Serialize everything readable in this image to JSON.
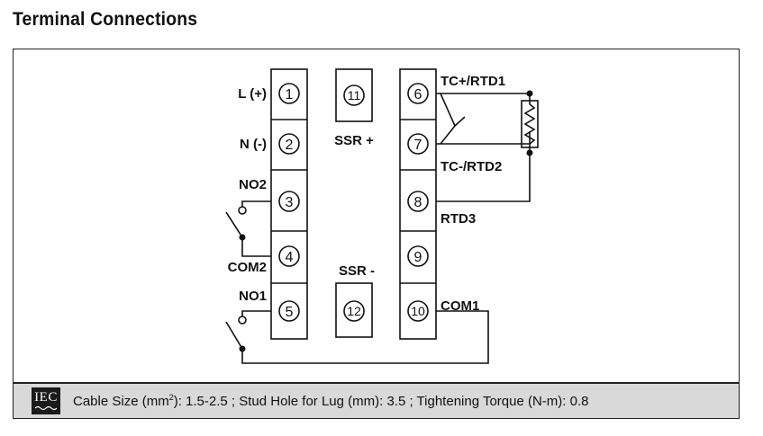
{
  "title": "Terminal Connections",
  "terminals": {
    "t1": "1",
    "t2": "2",
    "t3": "3",
    "t4": "4",
    "t5": "5",
    "t6": "6",
    "t7": "7",
    "t8": "8",
    "t9": "9",
    "t10": "10",
    "t11": "11",
    "t12": "12"
  },
  "labels": {
    "l_plus": "L (+)",
    "n_minus": "N (-)",
    "no2": "NO2",
    "com2": "COM2",
    "no1": "NO1",
    "ssr_plus": "SSR +",
    "ssr_minus": "SSR -",
    "tc_plus_rtd1": "TC+/RTD1",
    "tc_minus_rtd2": "TC-/RTD2",
    "rtd3": "RTD3",
    "com1": "COM1"
  },
  "footer": {
    "logo": "IEC",
    "cable_prefix": "Cable Size (mm",
    "cable_sup": "2",
    "cable_rest": "): 1.5-2.5 ; Stud Hole for Lug (mm): 3.5 ; Tightening Torque (N-m): 0.8"
  }
}
